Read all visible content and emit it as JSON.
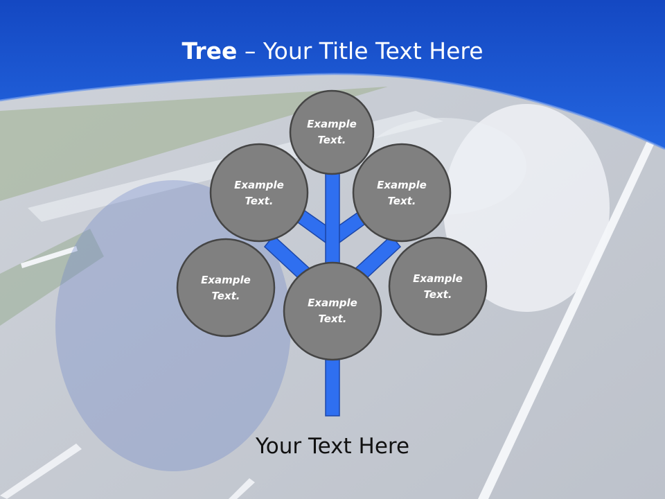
{
  "title": {
    "bold": "Tree",
    "dash": " – ",
    "rest": "Your Title Text Here"
  },
  "nodes": [
    {
      "label_line1": "Example",
      "label_line2": "Text."
    },
    {
      "label_line1": "Example",
      "label_line2": "Text."
    },
    {
      "label_line1": "Example",
      "label_line2": "Text."
    },
    {
      "label_line1": "Example",
      "label_line2": "Text."
    },
    {
      "label_line1": "Example",
      "label_line2": "Text."
    },
    {
      "label_line1": "Example",
      "label_line2": "Text."
    }
  ],
  "footer": {
    "text": "Your Text Here"
  },
  "colors": {
    "header_blue": "#1f5fd6",
    "branch_blue": "#2f6ff0",
    "node_fill": "#7f7f7f",
    "node_stroke": "#444444",
    "road": "#c3c8d0"
  }
}
